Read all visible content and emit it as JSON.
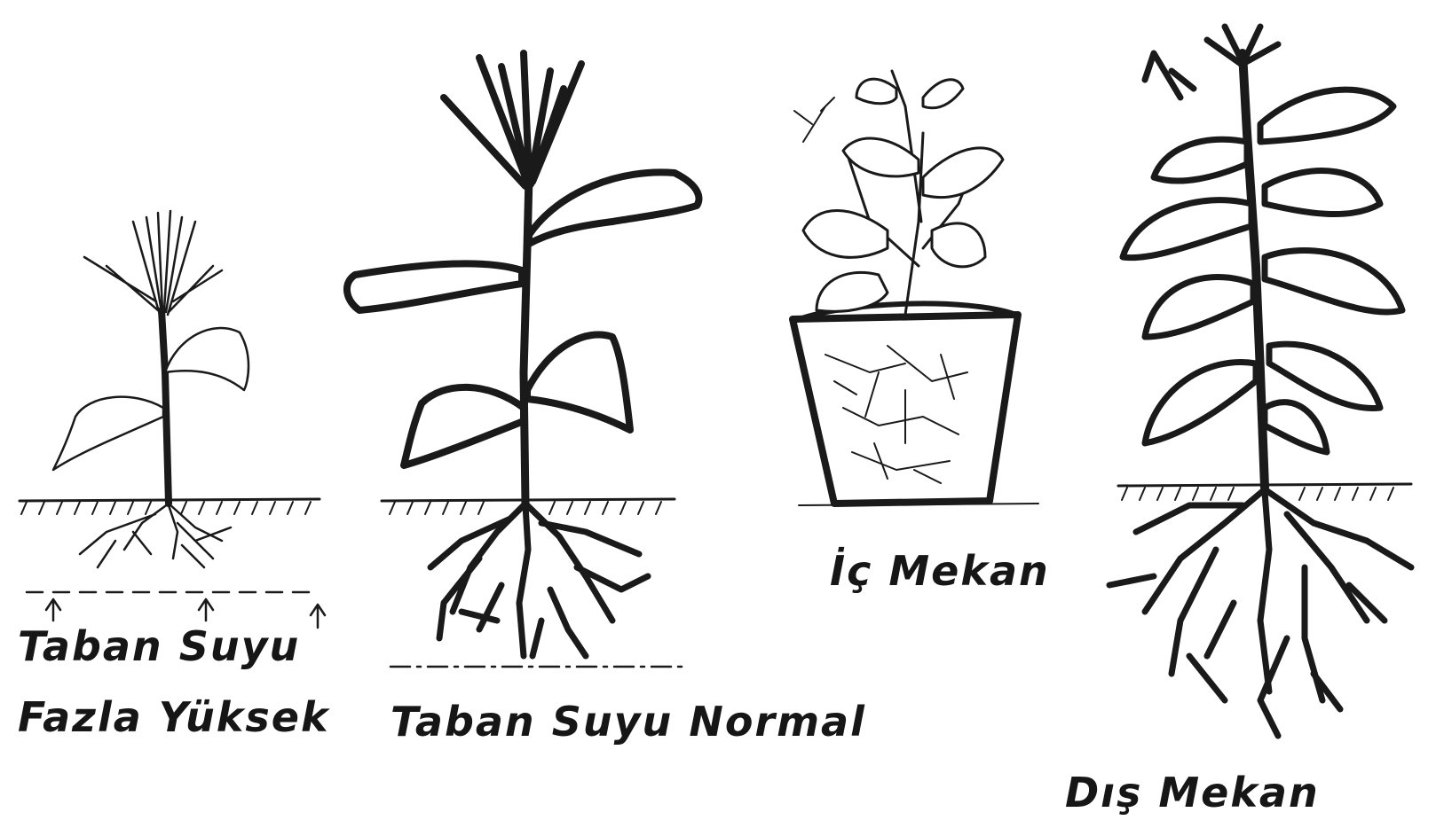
{
  "panels": [
    {
      "id": "high",
      "caption_lines": [
        "Taban Suyu",
        "Fazla Yüksek"
      ]
    },
    {
      "id": "normal",
      "caption_lines": [
        "Taban Suyu Normal"
      ]
    },
    {
      "id": "indoor",
      "caption_lines": [
        "İç Mekan"
      ]
    },
    {
      "id": "outdoor",
      "caption_lines": [
        "Dış Mekan"
      ]
    }
  ],
  "colors": {
    "ink": "#1a1a1a",
    "paper": "#ffffff"
  }
}
